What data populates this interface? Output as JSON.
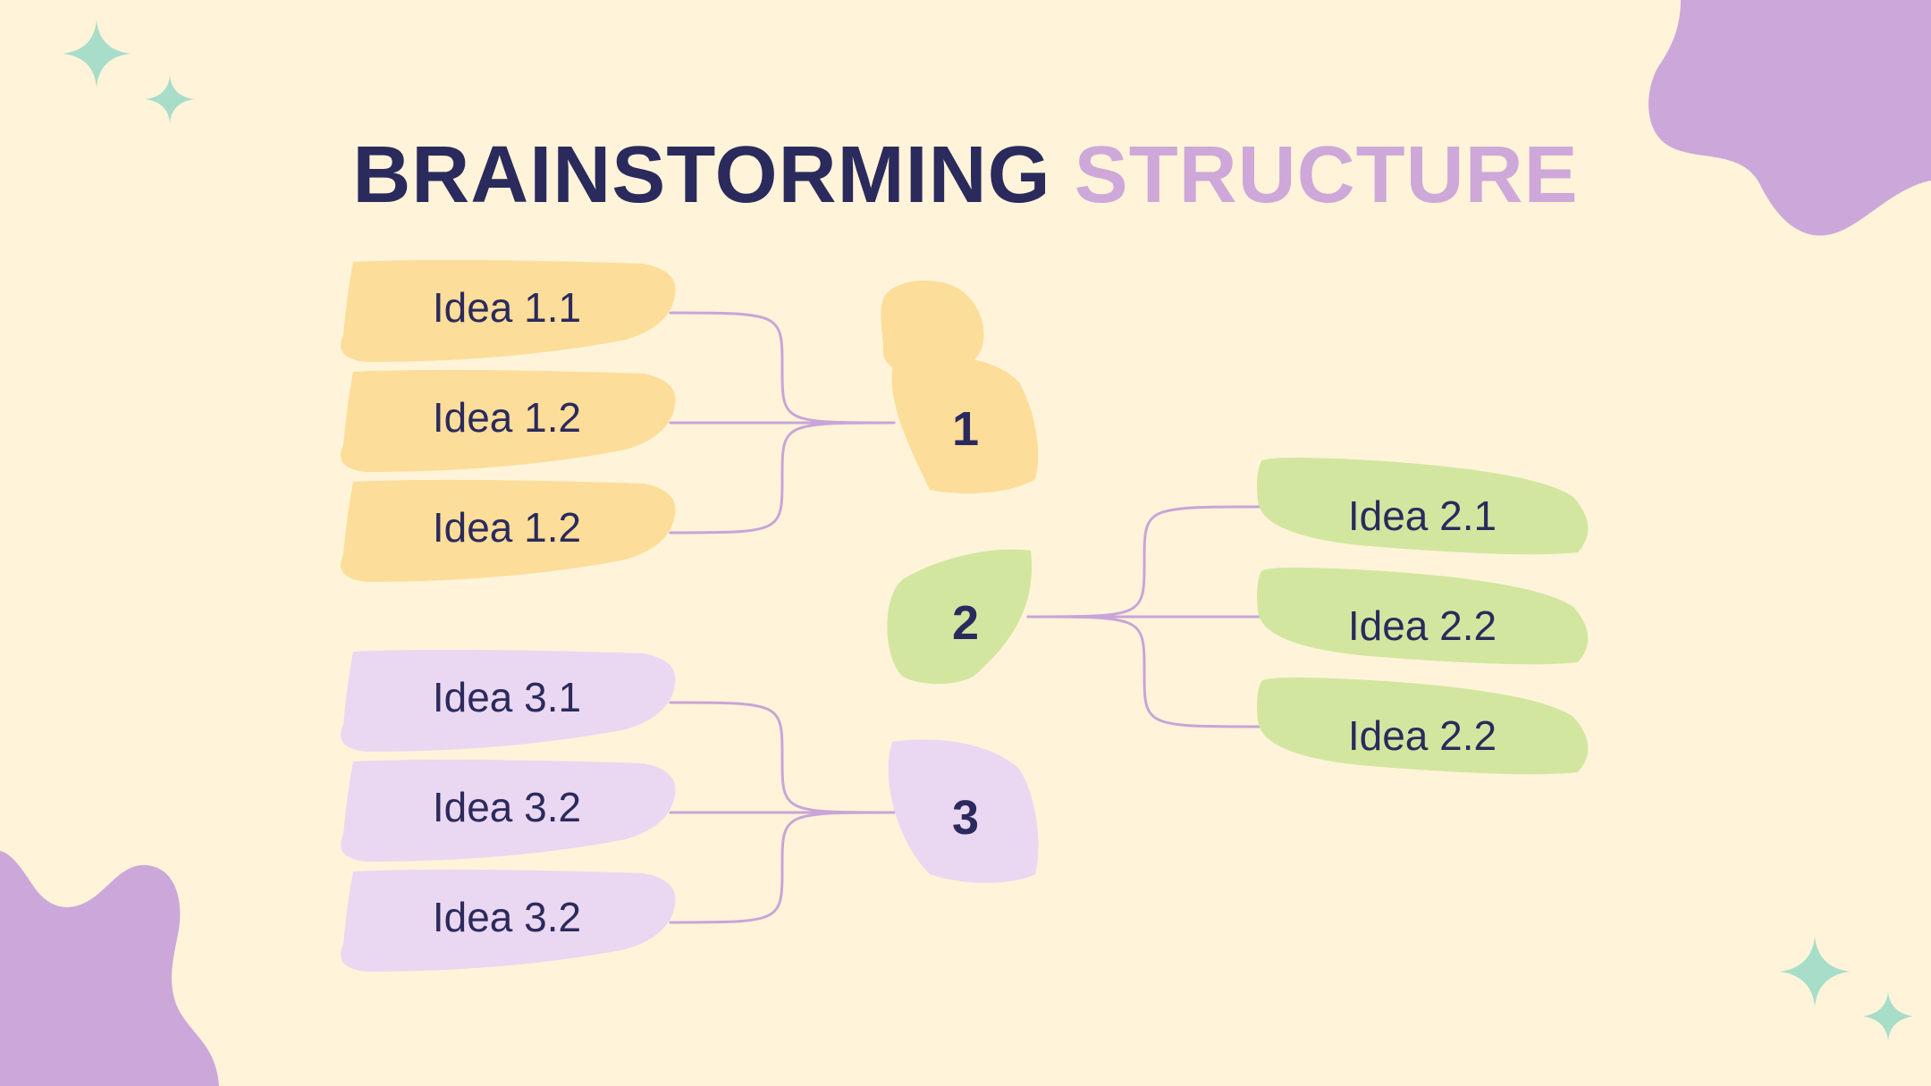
{
  "title": {
    "part1": "BRAINSTORMING",
    "part2": "STRUCTURE"
  },
  "colors": {
    "background": "#FFF4D9",
    "title_dark": "#2B2A5C",
    "title_light": "#CDA8D9",
    "connector": "#C9A4D8",
    "blob": "#CBA8D9",
    "sparkle": "#A8DDC9",
    "group_1": "#FCDD99",
    "group_2": "#D2E6A0",
    "group_3": "#EAD7F2"
  },
  "groups": [
    {
      "number": "1",
      "ideas": [
        "Idea 1.1",
        "Idea 1.2",
        "Idea 1.2"
      ]
    },
    {
      "number": "2",
      "ideas": [
        "Idea 2.1",
        "Idea 2.2",
        "Idea 2.2"
      ]
    },
    {
      "number": "3",
      "ideas": [
        "Idea 3.1",
        "Idea 3.2",
        "Idea 3.2"
      ]
    }
  ],
  "decorations": {
    "sparkle_icon": "four-point-star-icon",
    "blob_icon": "organic-blob-shape"
  }
}
